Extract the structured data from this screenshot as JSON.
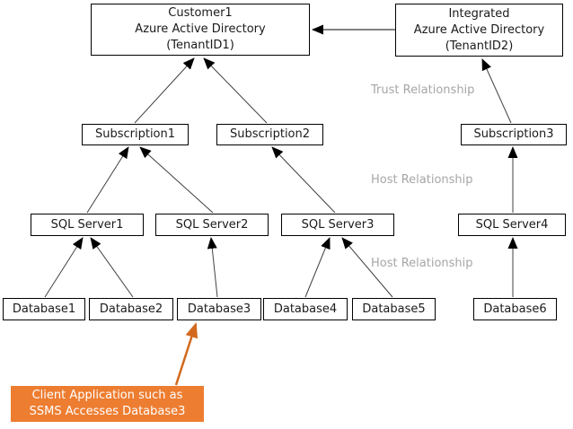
{
  "nodes": {
    "aad1": {
      "lines": [
        "Customer1",
        "Azure Active Directory",
        "(TenantID1)"
      ]
    },
    "aad2": {
      "lines": [
        "Integrated",
        "Azure Active Directory",
        "(TenantID2)"
      ]
    },
    "sub1": {
      "label": "Subscription1"
    },
    "sub2": {
      "label": "Subscription2"
    },
    "sub3": {
      "label": "Subscription3"
    },
    "sql1": {
      "label": "SQL Server1"
    },
    "sql2": {
      "label": "SQL Server2"
    },
    "sql3": {
      "label": "SQL Server3"
    },
    "sql4": {
      "label": "SQL Server4"
    },
    "db1": {
      "label": "Database1"
    },
    "db2": {
      "label": "Database2"
    },
    "db3": {
      "label": "Database3"
    },
    "db4": {
      "label": "Database4"
    },
    "db5": {
      "label": "Database5"
    },
    "db6": {
      "label": "Database6"
    }
  },
  "edge_labels": {
    "trust": "Trust Relationship",
    "host_upper": "Host Relationship",
    "host_lower": "Host Relationship"
  },
  "callout": {
    "lines": [
      "Client Application such as",
      "SSMS Accesses Database3"
    ]
  },
  "colors": {
    "callout_bg": "#ED7D31",
    "callout_text": "#FFFFFF",
    "callout_arrow": "#D2691E",
    "connector_line": "#404040",
    "arrowhead": "#000000",
    "edge_label_text": "#A6A6A6",
    "node_border": "#000000",
    "node_bg": "#FFFFFF"
  }
}
